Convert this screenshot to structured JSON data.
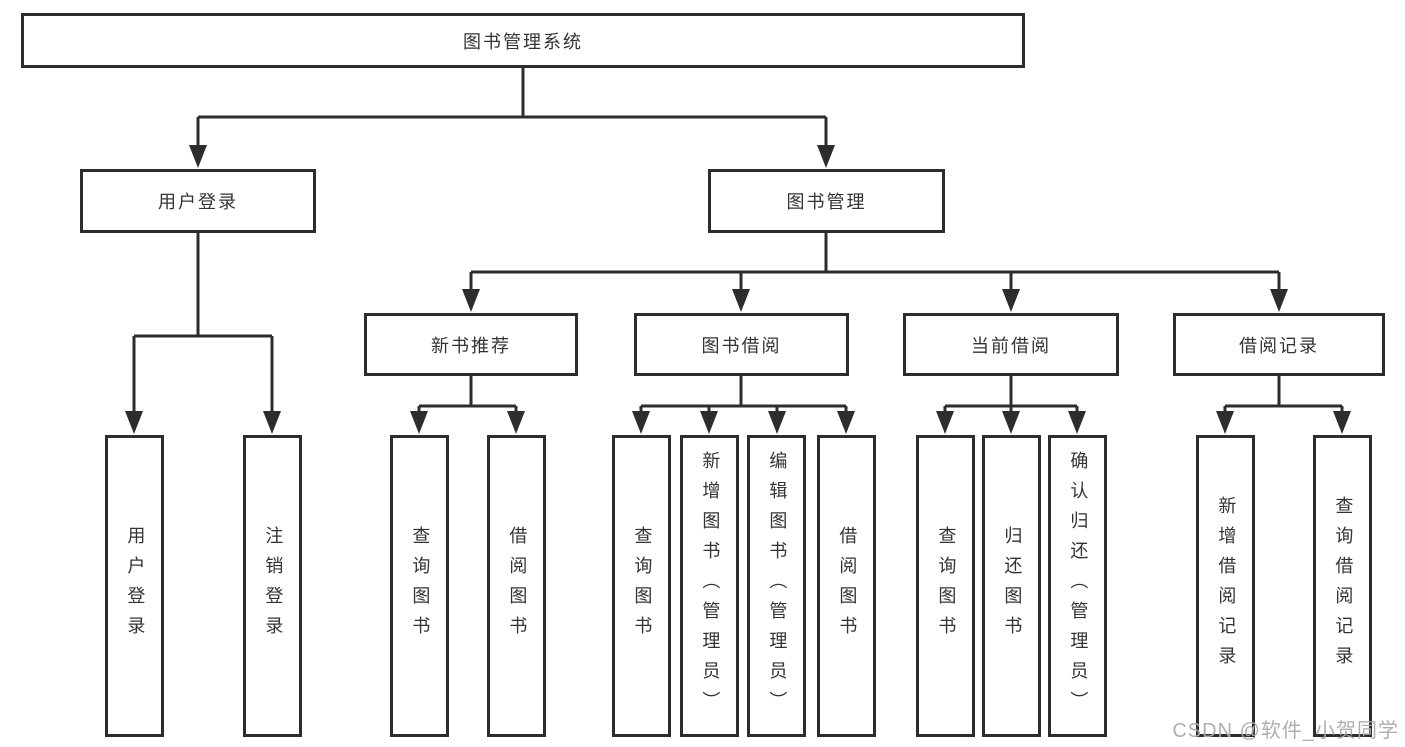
{
  "nodes": {
    "root": "图书管理系统",
    "user_login_group": "用户登录",
    "book_mgmt_group": "图书管理",
    "new_book_rec": "新书推荐",
    "book_borrow": "图书借阅",
    "current_borrow": "当前借阅",
    "borrow_record": "借阅记录",
    "user_login": "用户登录",
    "logout_login": "注销登录",
    "rec_query_book": "查询图书",
    "rec_borrow_book": "借阅图书",
    "bb_query_book": "查询图书",
    "bb_add_book": "新增图书（管理员）",
    "bb_edit_book": "编辑图书（管理员）",
    "bb_borrow_book": "借阅图书",
    "cb_query_book": "查询图书",
    "cb_return_book": "归还图书",
    "cb_confirm_return": "确认归还（管理员）",
    "br_add_record": "新增借阅记录",
    "br_query_record": "查询借阅记录"
  },
  "watermark": "CSDN @软件_小贺同学",
  "colors": {
    "line": "#2d2d2d",
    "text": "#333333",
    "watermark": "#abababab",
    "background": "#ffffff"
  }
}
